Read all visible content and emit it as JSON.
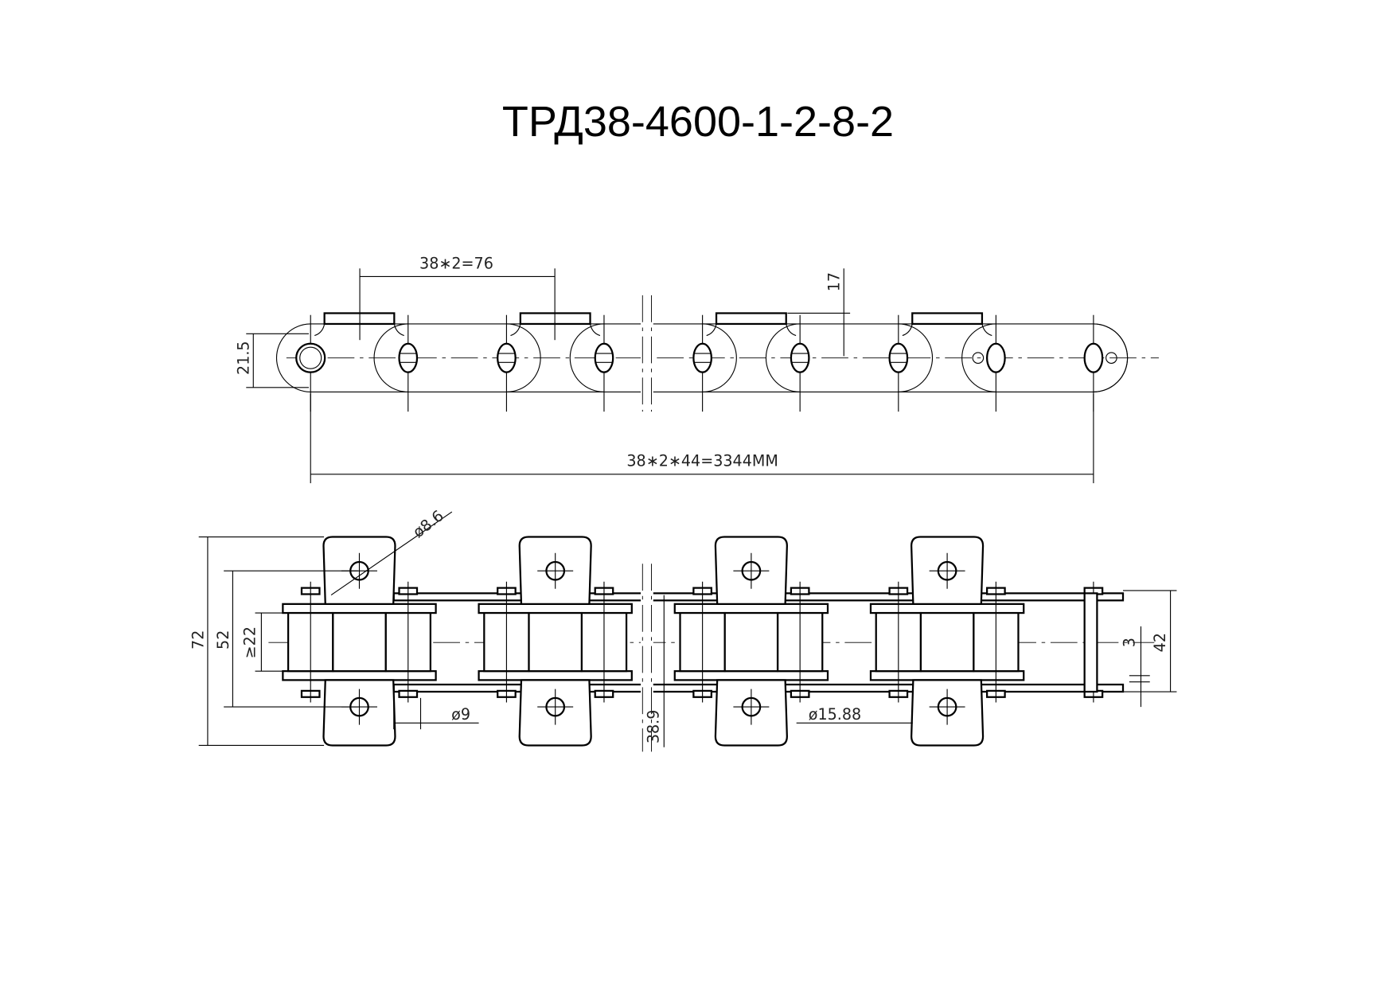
{
  "title": "ТРД38-4600-1-2-8-2",
  "top_view": {
    "pitch_dim": "38∗2=76",
    "tab_height_dim": "17",
    "plate_height_dim": "21.5",
    "total_length_dim": "38∗2∗44=3344MM"
  },
  "bottom_view": {
    "overall_width_dim": "72",
    "hole_spacing_dim": "52",
    "inner_width_dim": "≥22",
    "hole_dia_dim": "ø8.6",
    "roller_dia_dim": "ø9",
    "pin_length_dim": "38.9",
    "bush_dia_dim": "ø15.88",
    "plate_width_dim": "42",
    "plate_thickness_dim": "3"
  }
}
